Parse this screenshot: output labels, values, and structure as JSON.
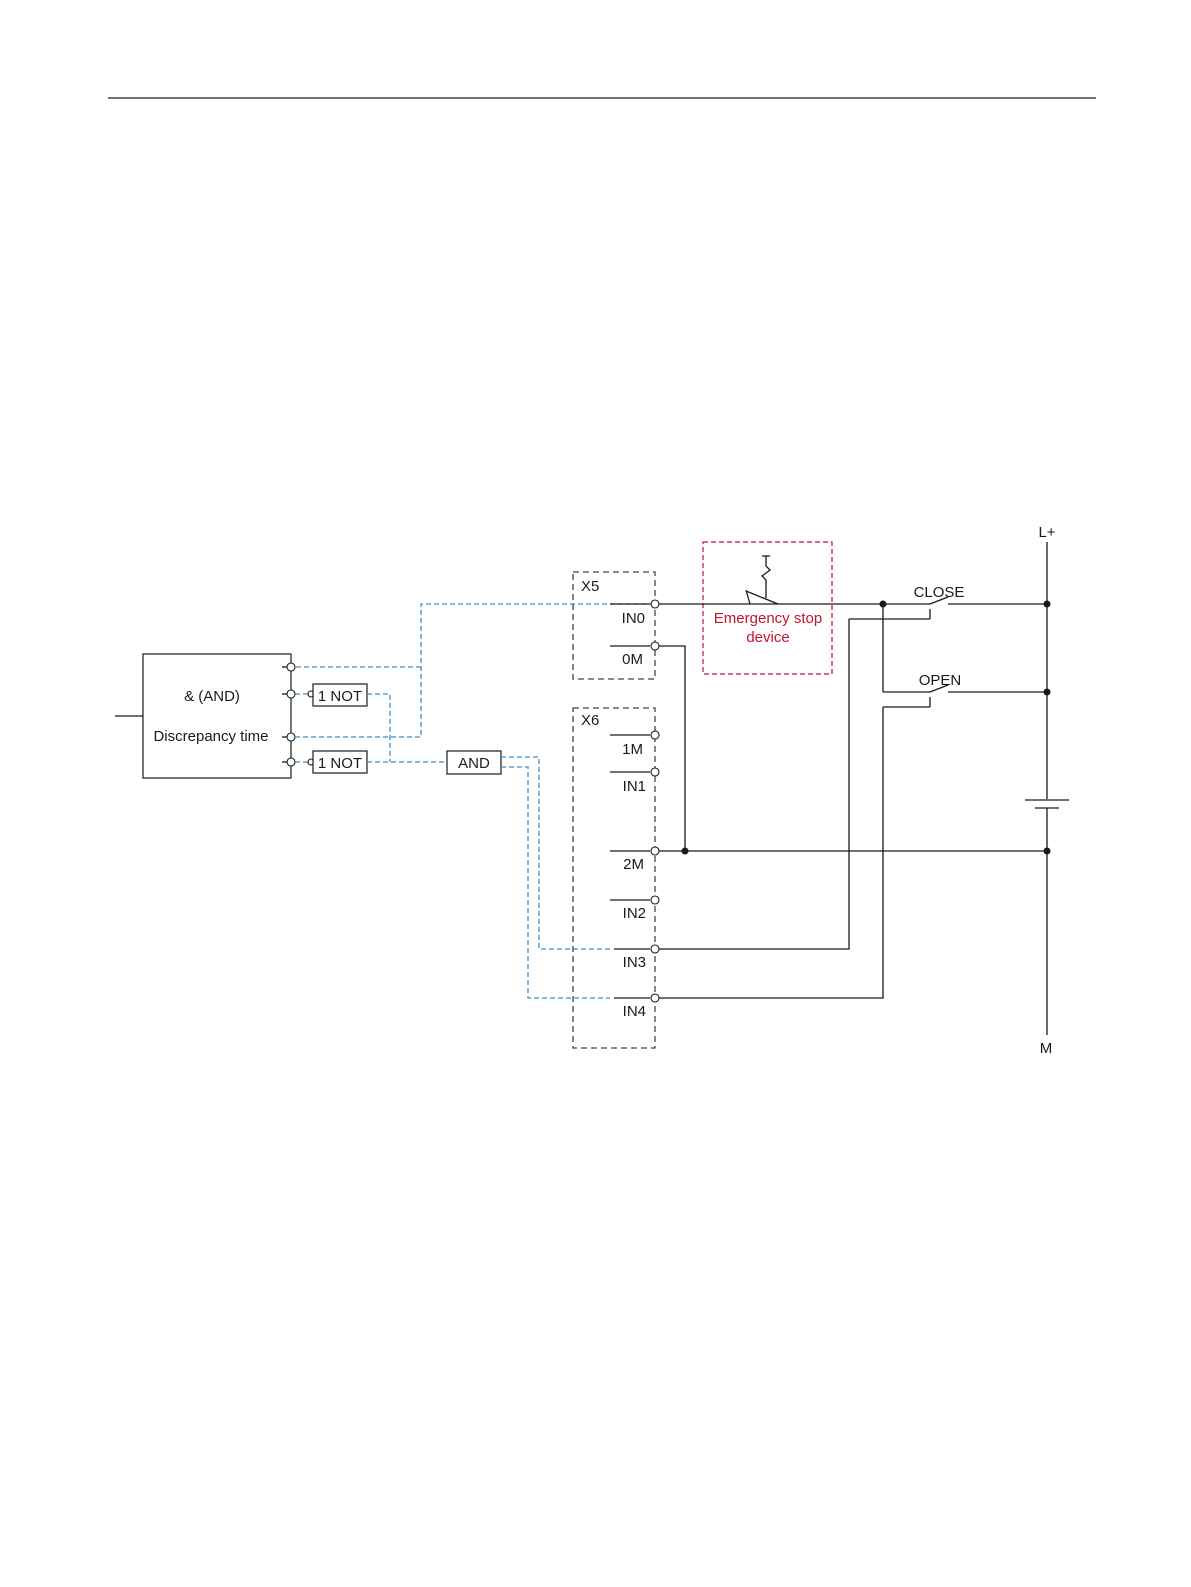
{
  "header": {
    "rule": true
  },
  "logic_block": {
    "line1": "& (AND)",
    "line2": "Discrepancy time"
  },
  "gates": {
    "not_upper": "1 NOT",
    "not_lower": "1 NOT",
    "and_gate": "AND"
  },
  "module_x5": {
    "title": "X5",
    "terminals": [
      "IN0",
      "0M"
    ]
  },
  "module_x6": {
    "title": "X6",
    "terminals": [
      "1M",
      "IN1",
      "2M",
      "IN2",
      "IN3",
      "IN4"
    ]
  },
  "emergency_stop": {
    "line1": "Emergency stop",
    "line2": "device",
    "color": "#c0152f"
  },
  "switches": {
    "close": "CLOSE",
    "open": "OPEN"
  },
  "supply": {
    "positive": "L+",
    "negative": "M"
  },
  "colors": {
    "logic_wire": "#3d8fc6",
    "wire": "#1a1a1a",
    "highlight": "#c0152f"
  }
}
